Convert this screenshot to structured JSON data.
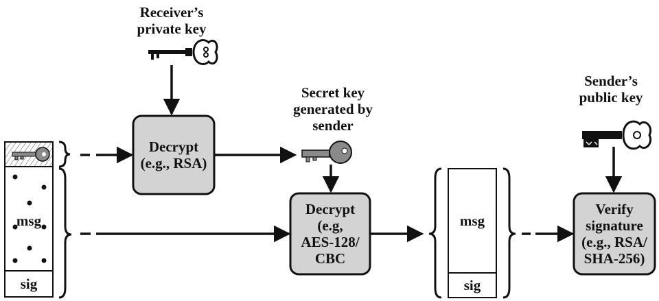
{
  "labels": {
    "receiver_private_key": "Receiver’s\nprivate key",
    "secret_key": "Secret key\ngenerated by\nsender",
    "sender_public_key": "Sender’s\npublic key"
  },
  "boxes": {
    "decrypt_rsa": "Decrypt\n(e.g., RSA)",
    "decrypt_aes": "Decrypt\n(e.g,\nAES-128/\nCBC",
    "verify": "Verify\nsignature\n(e.g., RSA/\nSHA-256)"
  },
  "message_block": {
    "msg": "msg",
    "sig": "sig"
  },
  "output_block": {
    "msg": "msg",
    "sig": "sig"
  },
  "colors": {
    "box_fill": "#d3d3d3",
    "stroke": "#111111",
    "key_dark": "#111111",
    "key_gray": "#8a8a8a"
  }
}
